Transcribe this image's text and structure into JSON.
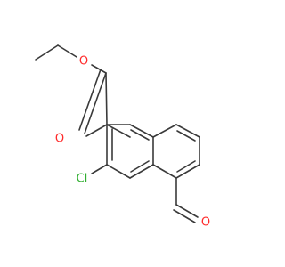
{
  "molecule": {
    "atoms": {
      "o_ester": "O",
      "o_carbonyl": "O",
      "cl": "Cl",
      "o_aldehyde": "O"
    },
    "colors": {
      "bond": "#3a3a3a",
      "oxygen": "#ff2a2a",
      "chlorine": "#2fae2f"
    }
  }
}
